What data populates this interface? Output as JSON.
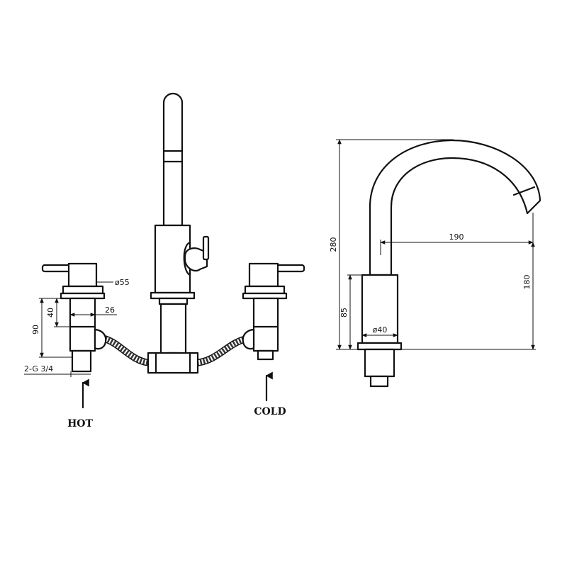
{
  "front_view": {
    "dim_phi55": "ø55",
    "dim_26": "26",
    "dim_40": "40",
    "dim_90": "90",
    "dim_thread": "2-G 3/4",
    "label_hot": "HOT",
    "label_cold": "COLD"
  },
  "side_view": {
    "dim_280": "280",
    "dim_190": "190",
    "dim_180": "180",
    "dim_85": "85",
    "dim_phi40": "ø40"
  }
}
